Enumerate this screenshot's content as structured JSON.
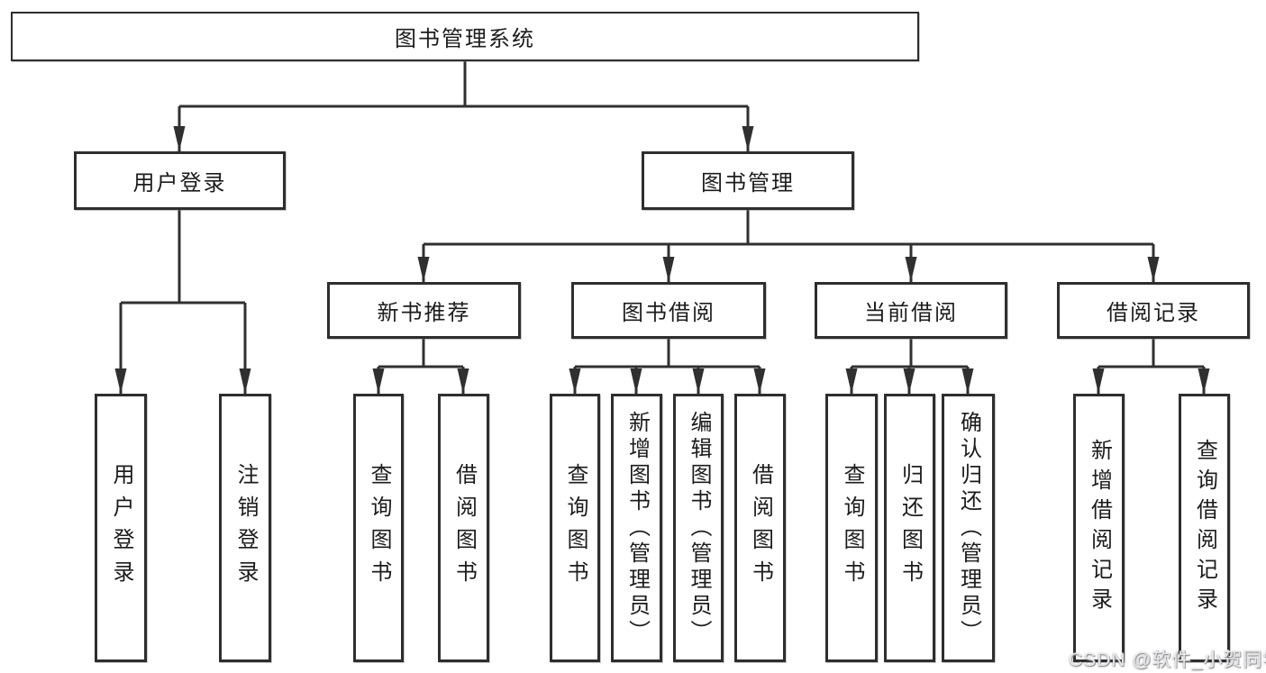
{
  "tree": {
    "root": "图书管理系统",
    "branches": [
      {
        "label": "用户登录",
        "children": [
          "用户登录",
          "注销登录"
        ]
      },
      {
        "label": "图书管理",
        "children": [
          {
            "label": "新书推荐",
            "children": [
              "查询图书",
              "借阅图书"
            ]
          },
          {
            "label": "图书借阅",
            "children": [
              "查询图书",
              "新增图书（管理员）",
              "编辑图书（管理员）",
              "借阅图书"
            ]
          },
          {
            "label": "当前借阅",
            "children": [
              "查询图书",
              "归还图书",
              "确认归还（管理员）"
            ]
          },
          {
            "label": "借阅记录",
            "children": [
              "新增借阅记录",
              "查询借阅记录"
            ]
          }
        ]
      }
    ]
  },
  "watermark": {
    "text": "CSDN @软件_小贺同学"
  },
  "colors": {
    "line": "#303030",
    "box_border": "#2e2e2e",
    "text": "#1c1c1c",
    "background": "#ffffff",
    "watermark": "#e8e8ea"
  }
}
